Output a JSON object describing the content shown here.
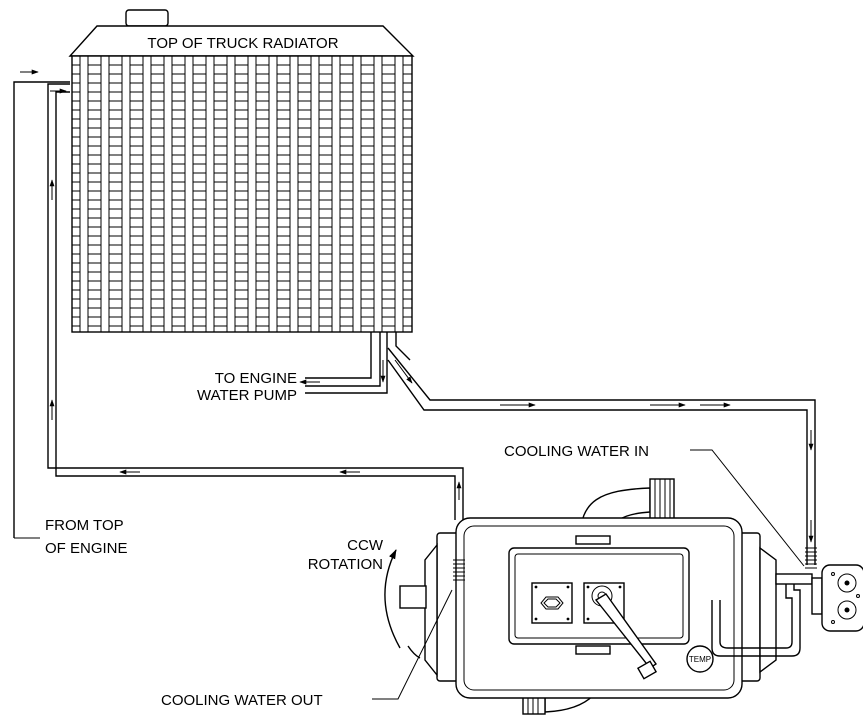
{
  "labels": {
    "radiator_title": "TOP OF TRUCK RADIATOR",
    "to_engine_pump_line1": "TO ENGINE",
    "to_engine_pump_line2": "WATER PUMP",
    "cooling_water_in": "COOLING WATER IN",
    "from_top_engine_line1": "FROM TOP",
    "from_top_engine_line2": "OF ENGINE",
    "ccw_line1": "CCW",
    "ccw_line2": "ROTATION",
    "cooling_water_out": "COOLING WATER OUT",
    "temp_gauge": "TEMP"
  }
}
